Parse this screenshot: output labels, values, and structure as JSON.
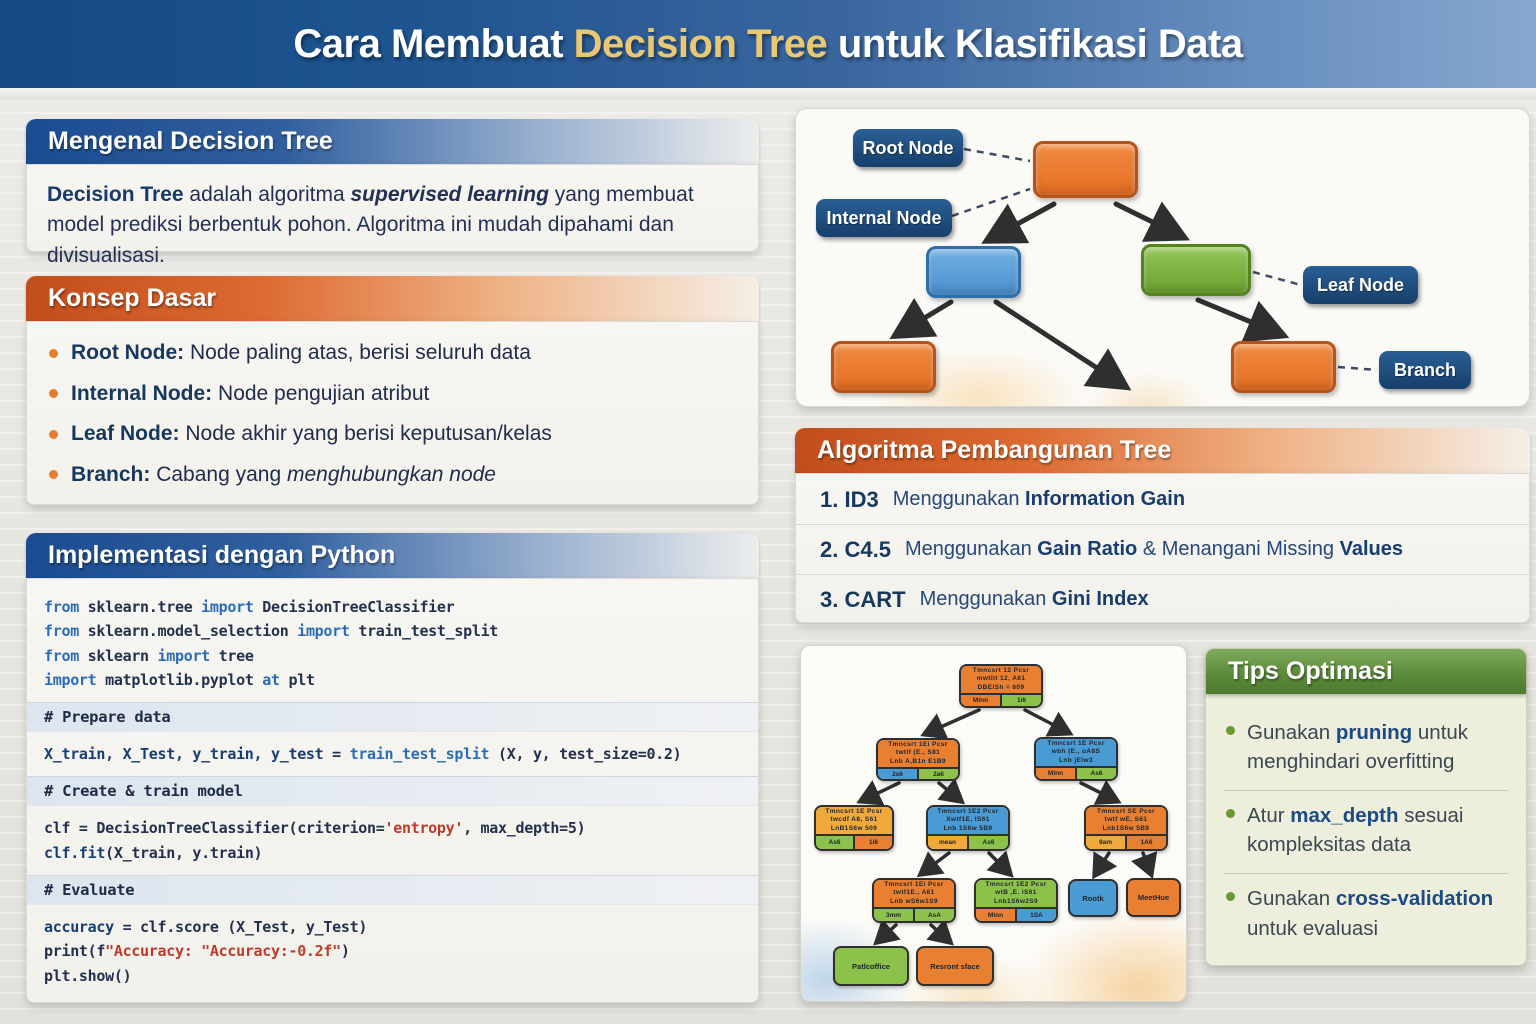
{
  "header": {
    "title_pre": "Cara Membuat ",
    "title_mid": "Decision Tree",
    "title_post": " untuk Klasifikasi Data"
  },
  "mengenal": {
    "title": "Mengenal Decision Tree",
    "p_bold": "Decision Tree",
    "p1": " adalah algoritma ",
    "p_italic": "supervised learning",
    "p2": " yang membuat model prediksi berbentuk pohon. Algoritma ini mudah dipahami dan divisualisasi."
  },
  "konsep": {
    "title": "Konsep Dasar",
    "items": [
      {
        "term": "Root Node:",
        "desc": " Node paling atas, berisi seluruh data",
        "desc_i": ""
      },
      {
        "term": "Internal Node:",
        "desc": " Node pengujian atribut",
        "desc_i": ""
      },
      {
        "term": "Leaf Node:",
        "desc": " Node akhir yang berisi keputusan/kelas",
        "desc_i": ""
      },
      {
        "term": "Branch:",
        "desc": " Cabang yang ",
        "desc_i": "menghubungkan node"
      }
    ]
  },
  "implementasi": {
    "title": "Implementasi dengan Python",
    "code": {
      "l0": [
        "from",
        " sklearn.tree ",
        "import",
        " DecisionTreeClassifier"
      ],
      "l1": [
        "from",
        " sklearn.model_selection ",
        "import",
        " train_test_split"
      ],
      "l2": [
        "from",
        " sklearn ",
        "import",
        " tree"
      ],
      "l3": [
        "import",
        " matplotlib.pyplot ",
        "at",
        " plt"
      ],
      "c0": "# Prepare data",
      "l4": [
        "X_train, X_Test, y_train, y_test",
        " = ",
        "train_test_split",
        " (X, y, test_size=0.2)"
      ],
      "c1": "# Create & train model",
      "l5": [
        "clf = DecisionTreeClassifier(criterion=",
        "'entropy'",
        ", max_depth=5)"
      ],
      "l6": [
        "clf.fit",
        "(X_train, y.train)"
      ],
      "c2": "# Evaluate",
      "l7": [
        "accuracy",
        " = clf.score (X_Test, y_Test)"
      ],
      "l8": [
        "print(f",
        "\"Accuracy: \"Accuracy:-0.2f\"",
        ")"
      ],
      "l9": [
        "plt.show()"
      ]
    }
  },
  "diagram": {
    "labels": {
      "root": "Root Node",
      "internal": "Internal Node",
      "leaf": "Leaf Node",
      "branch": "Branch"
    }
  },
  "algoritma": {
    "title": "Algoritma Pembangunan Tree",
    "items": [
      {
        "name": "1. ID3",
        "pre": "Menggunakan ",
        "b1": "Information Gain",
        "mid": "",
        "b2": ""
      },
      {
        "name": "2. C4.5",
        "pre": "Menggunakan ",
        "b1": "Gain Ratio",
        "mid": " & Menangani Missing ",
        "b2": "Values"
      },
      {
        "name": "3. CART",
        "pre": "Menggunakan ",
        "b1": "Gini Index",
        "mid": "",
        "b2": ""
      }
    ]
  },
  "minitree": {
    "nodes": [
      {
        "l1": "Tmncsrt 12 Pcsr",
        "l2": "mwtlit 12, A61",
        "l3": "DBEISh = 609",
        "fl": "Mlnn",
        "fr": "1i6"
      },
      {
        "l1": "Tmncsrt 1Ei Pcsr",
        "l2": "twtlf (E., S81",
        "l3": "Lnb A,B1n E1B9",
        "fl": "2s6",
        "fr": "2a6"
      },
      {
        "l1": "Tmncsrt 1E Pcsr",
        "l2": "wbh (E., uA8S",
        "l3": "Lnb jElw3",
        "fl": "Mlnn",
        "fr": "As6"
      },
      {
        "l1": "Tmncsrt 1E Pcsr",
        "l2": "twcdf A8, S61",
        "l3": "LnB1S6w 509",
        "fl": "As6",
        "fr": "1i6"
      },
      {
        "l1": "Tmncsrt 1E2 Pcsr",
        "l2": "Xwtf1E, IS61",
        "l3": "Lnb 1S6w 5B9",
        "fl": "mean",
        "fr": "As6"
      },
      {
        "l1": "Tmncsrt SE Pcsr",
        "l2": "twtf wE, S61",
        "l3": "Lnb1S6w 5B9",
        "fl": "9am",
        "fr": "1A6"
      },
      {
        "l1": "Tmncsrt 1Ei Pcsr",
        "l2": "twtf1E., A61",
        "l3": "Lnb wS6w1S9",
        "fl": "3mm",
        "fr": "AsA"
      },
      {
        "l1": "Tmncsrt 1E2 Pcsr",
        "l2": "wtB ,E. iS61",
        "l3": "Lnb1S6w2S9",
        "fl": "Mlnn",
        "fr": "1SA"
      }
    ],
    "leaves": [
      "Rootk",
      "MeetHue",
      "Patlcoffice",
      "Resront sface"
    ]
  },
  "tips": {
    "title": "Tips Optimasi",
    "items": [
      {
        "pre": "Gunakan ",
        "bold": "pruning",
        "post": " untuk menghindari overfitting"
      },
      {
        "pre": "Atur ",
        "bold": "max_depth",
        "post": " sesuai kompleksitas data"
      },
      {
        "pre": "Gunakan ",
        "bold": "cross-validation",
        "post": " untuk evaluasi"
      }
    ]
  },
  "colors": {
    "header_navy": "#154a82",
    "title_gold": "#eac873",
    "accent_orange": "#dd6a31",
    "accent_blue": "#1b4c90",
    "accent_green": "#5d8c3c",
    "node_orange": "#e97f31",
    "node_blue": "#4a9ad4",
    "node_green": "#8cc24a",
    "code_keyword": "#2a6cb5",
    "code_string": "#bf3a2b"
  }
}
